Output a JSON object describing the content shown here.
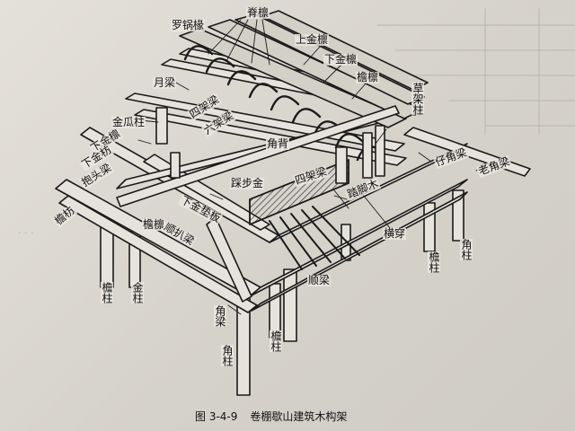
{
  "figure": {
    "number": "图 3-4-9",
    "title": "卷棚歇山建筑木构架"
  },
  "labels": {
    "luoguo_chuan": "罗锅椽",
    "ji_lin": "脊檩",
    "shangjin_lin": "上金檩",
    "xiajin_lin": "下金檩",
    "yan_lin_top": "檐檩",
    "yue_liang": "月梁",
    "sijia_liang_a": "四架梁",
    "liujia_liang": "六架梁",
    "caojia_zhu": "草架柱",
    "jingua_zhu": "金瓜柱",
    "xiajin_lin_left": "下金檩",
    "xiajin_fang": "下金枋",
    "baotou_liang": "抱头梁",
    "yan_fang": "檐枋",
    "yan_lin_left": "檐檩",
    "jiao_bei": "角背",
    "sijia_liang_b": "四架梁",
    "zijiao_liang": "仔角梁",
    "laojiao_liang": "老角梁",
    "tabu_jin": "踩步金",
    "xiajin_dianban": "下金垫板",
    "tajiao_mu": "踏脚木",
    "shunba_liang": "顺扒梁",
    "heng_chuan": "横穿",
    "yan_zhu_left": "檐柱",
    "jin_zhu": "金柱",
    "shun_liang": "顺梁",
    "jiao_zhu_right": "角柱",
    "yan_zhu_right": "檐柱",
    "jiao_liang": "角梁",
    "yan_zhu_bottom": "檐柱",
    "jiao_zhu_bottom": "角柱"
  },
  "colors": {
    "ink": "#1a1a1a",
    "paper": "#e4e1da",
    "shade": "#5a5752"
  }
}
